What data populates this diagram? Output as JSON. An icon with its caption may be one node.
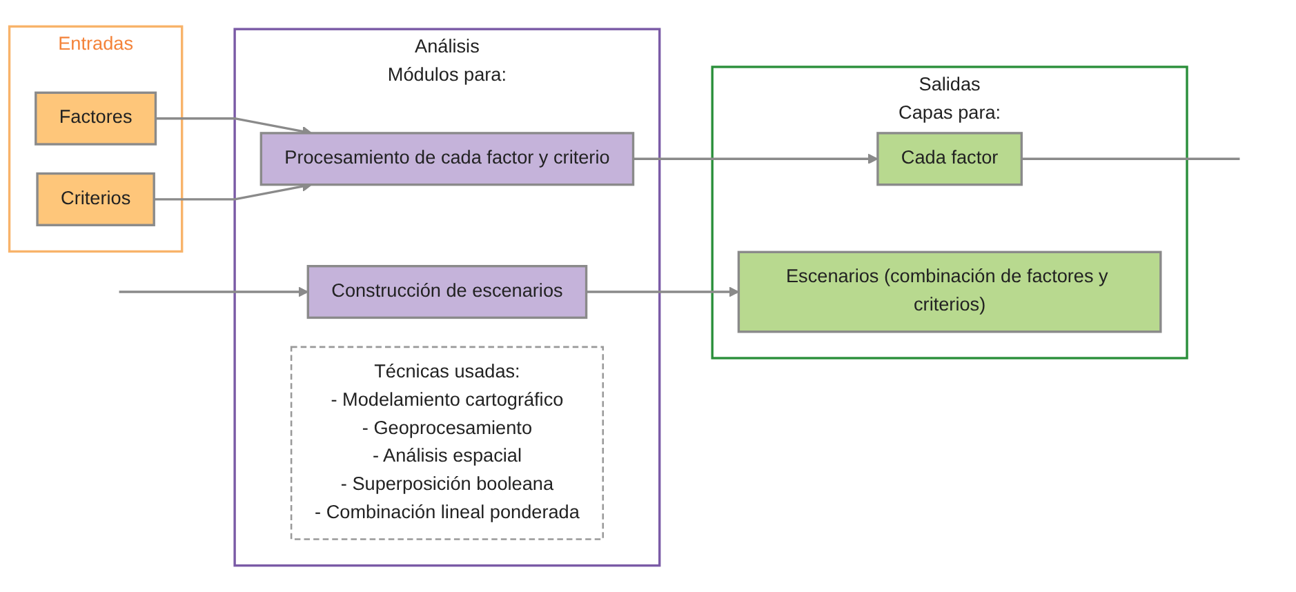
{
  "diagram": {
    "nodes": [
      {
        "text": [
          "Entradas"
        ]
      },
      {
        "text": [
          "Factores"
        ],
        "in": 0
      },
      {
        "text": [
          "Criterios"
        ],
        "in": 0
      },
      {
        "text": [
          "Análisis",
          "Módulos para:"
        ]
      },
      {
        "text": [
          "Procesamiento de cada factor y criterio"
        ],
        "in": 3
      },
      {
        "text": [
          "Construcción de escenarios"
        ],
        "in": 3
      },
      {
        "text": [
          "Técnicas usadas:",
          "- Modelamiento cartográfico",
          "- Geoprocesamiento",
          "- Análisis espacial",
          "- Superposición booleana",
          "- Combinación lineal ponderada"
        ],
        "in": 3
      },
      {
        "text": [
          "Salidas",
          "Capas para:"
        ]
      },
      {
        "text": [
          "Cada factor"
        ],
        "in": 7
      },
      {
        "text": [
          "Escenarios (combinación de factores y criterios)"
        ],
        "in": 7
      }
    ],
    "edges": [
      {
        "from": 1,
        "to": 4,
        "arrow": "to"
      },
      {
        "from": 2,
        "to": 4,
        "arrow": "to"
      },
      {
        "from": 4,
        "to": 8,
        "arrow": "to"
      },
      {
        "from": 5,
        "to": 9,
        "arrow": "to"
      },
      {
        "from": 8,
        "to": null,
        "arrow": "none"
      },
      {
        "from": null,
        "to": 5,
        "arrow": "to"
      }
    ]
  }
}
